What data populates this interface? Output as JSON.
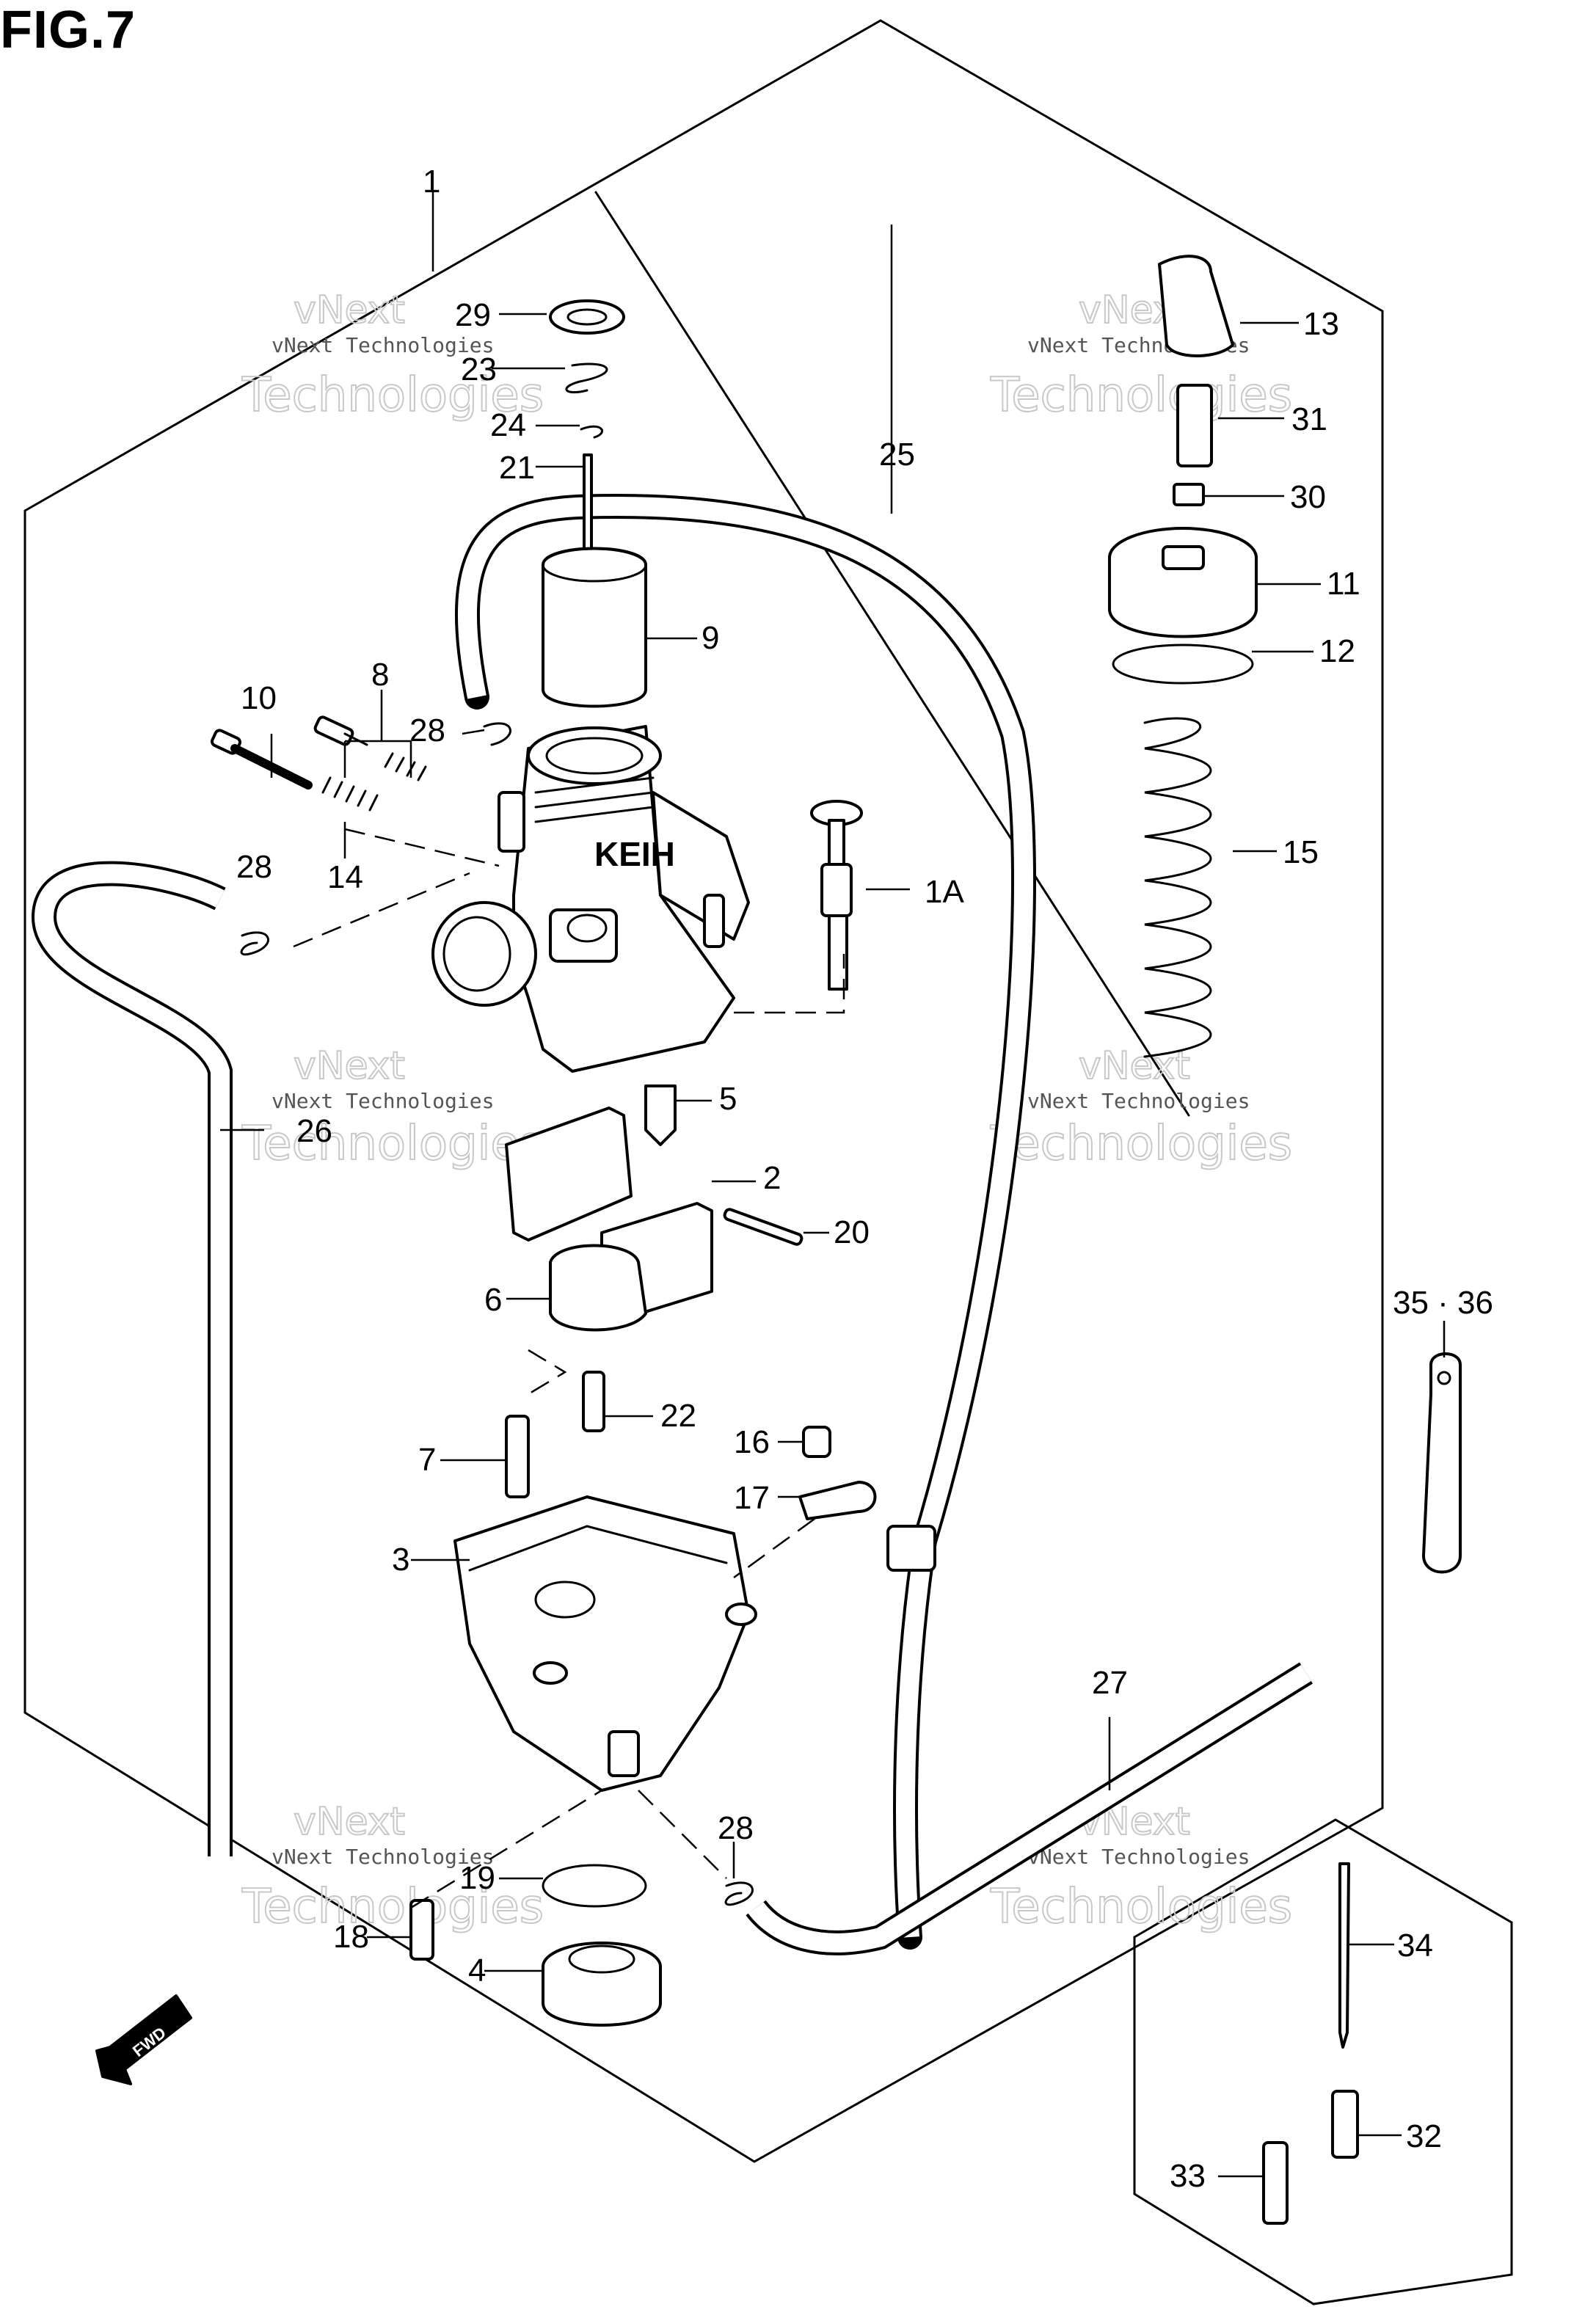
{
  "figure": {
    "title": "FIG.7"
  },
  "callouts": {
    "c1": "1",
    "c1A": "1A",
    "c2": "2",
    "c3": "3",
    "c4": "4",
    "c5": "5",
    "c6": "6",
    "c7": "7",
    "c8": "8",
    "c9": "9",
    "c10": "10",
    "c11": "11",
    "c12": "12",
    "c13": "13",
    "c14": "14",
    "c15": "15",
    "c16": "16",
    "c17": "17",
    "c18": "18",
    "c19": "19",
    "c20": "20",
    "c21": "21",
    "c22": "22",
    "c23": "23",
    "c24": "24",
    "c25": "25",
    "c26": "26",
    "c27": "27",
    "c28a": "28",
    "c28b": "28",
    "c28c": "28",
    "c29": "29",
    "c30": "30",
    "c31": "31",
    "c32": "32",
    "c33": "33",
    "c34": "34",
    "c3536": "35 · 36"
  },
  "watermark": {
    "brand": "vNext",
    "word": "Technologies",
    "full": "vNext Technologies"
  },
  "badges": {
    "fwd": "FWD"
  },
  "carb_brand": "KEIH"
}
